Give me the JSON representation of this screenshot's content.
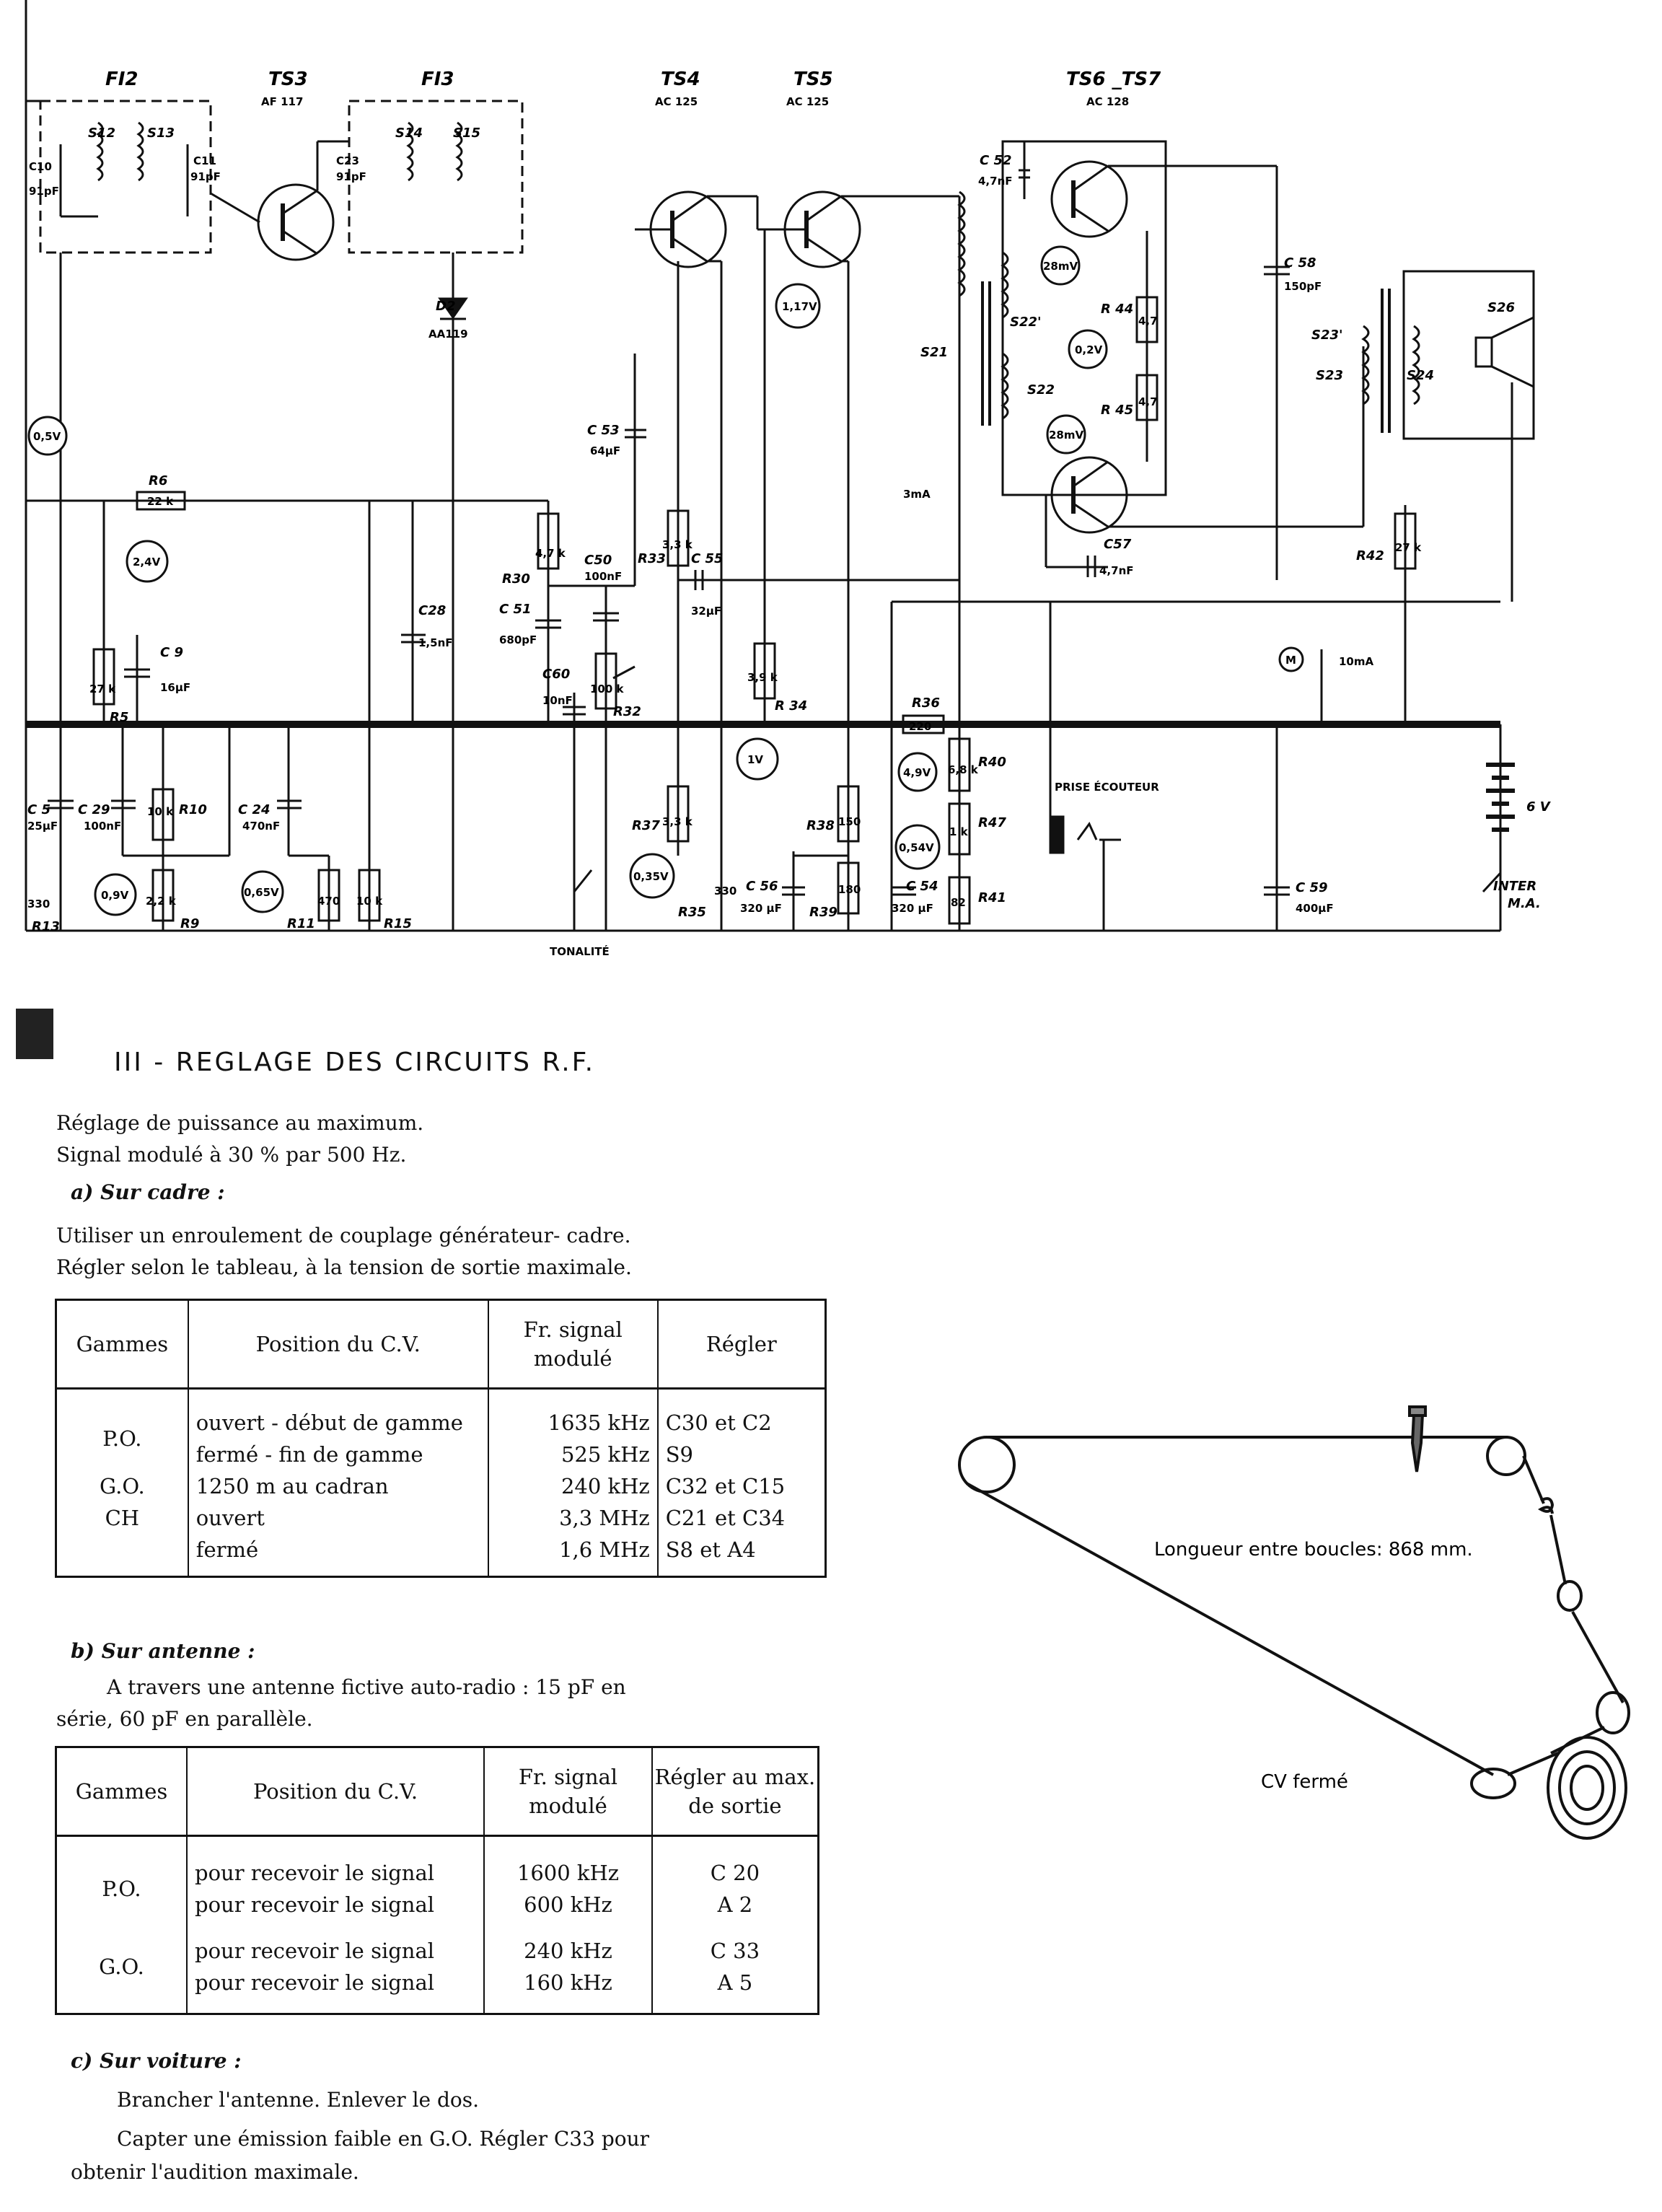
{
  "schematic": {
    "stage_labels": [
      {
        "name": "FI2",
        "type": ""
      },
      {
        "name": "TS3",
        "type": "AF 117"
      },
      {
        "name": "FI3",
        "type": ""
      },
      {
        "name": "TS4",
        "type": "AC 125"
      },
      {
        "name": "TS5",
        "type": "AC 125"
      },
      {
        "name": "TS6 _TS7",
        "type": "AC 128"
      }
    ],
    "coil_labels": [
      "S12",
      "S13",
      "S14",
      "S15",
      "S21",
      "S22'",
      "S22",
      "S23'",
      "S23",
      "S24",
      "S26"
    ],
    "component_labels": {
      "c10": "C10",
      "c10v": "91pF",
      "c11": "C11",
      "c11v": "91pF",
      "c23": "C23",
      "c23v": "91pF",
      "d2": "D2",
      "d2t": "AA119",
      "r6": "R6",
      "r6v": "22 k",
      "r5": "R5",
      "r5v": "27 k",
      "c9": "C 9",
      "c9v": "16µF",
      "c5": "C 5",
      "c5v": "25µF",
      "c29": "C 29",
      "c29v": "100nF",
      "r10": "R10",
      "r10v": "10 k",
      "r9": "R9",
      "r9v": "2,2 k",
      "c24": "C 24",
      "c24v": "470nF",
      "r11": "R11",
      "r11v": "470",
      "r15": "R15",
      "r15v": "10 k",
      "r13": "R13",
      "r13v": "330",
      "c28": "C28",
      "c28v": "1,5nF",
      "r30": "R30",
      "r30v": "4,7 k",
      "c51": "C 51",
      "c51v": "680pF",
      "c50": "C50",
      "c50v": "100nF",
      "c60": "C60",
      "c60v": "10nF",
      "r32": "R32",
      "r32v": "100 k",
      "c53": "C 53",
      "c53v": "64µF",
      "r33": "R33",
      "r33v": "3,3 k",
      "c55": "C 55",
      "c55v": "32µF",
      "r34": "R 34",
      "r34v": "3,9 k",
      "r37": "R37",
      "r37v": "3,3 k",
      "r35": "R35",
      "r35v": "330",
      "c56": "C 56",
      "c56v": "320 µF",
      "r38": "R38",
      "r38v": "150",
      "r39": "R39",
      "r39v": "180",
      "r36": "R36",
      "r36v": "220",
      "r40": "R40",
      "r40v": "6,8 k",
      "r47": "R47",
      "r47v": "1 k",
      "r41": "R41",
      "r41v": "82",
      "c54": "C 54",
      "c54v": "320 µF",
      "c52": "C 52",
      "c52v": "4,7nF",
      "c57": "C57",
      "c57v": "4,7nF",
      "r44": "R 44",
      "r44v": "4,7",
      "r45": "R 45",
      "r45v": "4,7",
      "c58": "C 58",
      "c58v": "150pF",
      "r42": "R42",
      "r42v": "27 k",
      "c59": "C 59",
      "c59v": "400µF",
      "m1": "M",
      "i10": "10mA",
      "i3": "3mA",
      "bat": "6 V",
      "inter": "INTER",
      "ma": "M.A.",
      "prise": "PRISE ÉCOUTEUR",
      "tonalite": "TONALITÉ"
    },
    "voltages": [
      "0,5V",
      "2,4V",
      "0,9V",
      "0,65V",
      "1,17V",
      "28mV",
      "0,2V",
      "28mV",
      "1V",
      "4,9V",
      "0,54V",
      "0,35V"
    ]
  },
  "section": {
    "title": "III - REGLAGE DES CIRCUITS R.F.",
    "intro": [
      "Réglage de puissance au maximum.",
      "Signal modulé à 30 % par 500 Hz."
    ],
    "a_title": "a) Sur cadre :",
    "a_text": [
      "Utiliser un enroulement de couplage générateur- cadre.",
      "Régler selon le tableau, à la tension de sortie maximale."
    ],
    "table1": {
      "headers": [
        "Gammes",
        "Position du C.V.",
        "Fr. signal modulé",
        "Régler"
      ],
      "rows": [
        {
          "gamme": "P.O.",
          "pos": [
            "ouvert - début de gamme",
            "fermé - fin de gamme"
          ],
          "fr": [
            "1635 kHz",
            "525 kHz"
          ],
          "regler": [
            "C30 et C2",
            "S9"
          ]
        },
        {
          "gamme": "G.O.",
          "pos": [
            "1250 m au cadran"
          ],
          "fr": [
            "240 kHz"
          ],
          "regler": [
            "C32 et C15"
          ]
        },
        {
          "gamme": "CH",
          "pos": [
            "ouvert",
            "fermé"
          ],
          "fr": [
            "3,3 MHz",
            "1,6 MHz"
          ],
          "regler": [
            "C21 et C34",
            "S8 et A4"
          ]
        }
      ]
    },
    "b_title": "b) Sur antenne :",
    "b_text": [
      "A travers une antenne fictive auto-radio : 15 pF en",
      "série, 60 pF en parallèle."
    ],
    "table2": {
      "headers": [
        "Gammes",
        "Position du C.V.",
        "Fr. signal modulé",
        "Régler au max. de sortie"
      ],
      "rows": [
        {
          "gamme": "P.O.",
          "pos": [
            "pour recevoir le signal",
            "pour recevoir le signal"
          ],
          "fr": [
            "1600 kHz",
            "600 kHz"
          ],
          "regler": [
            "C 20",
            "A 2"
          ]
        },
        {
          "gamme": "G.O.",
          "pos": [
            "pour recevoir le signal",
            "pour recevoir le signal"
          ],
          "fr": [
            "240 kHz",
            "160 kHz"
          ],
          "regler": [
            "C 33",
            "A 5"
          ]
        }
      ]
    },
    "c_title": "c) Sur voiture :",
    "c_text": [
      "Brancher l'antenne. Enlever le dos.",
      "Capter une émission faible en G.O. Régler C33 pour",
      "obtenir l'audition maximale."
    ]
  },
  "dial_diagram": {
    "length_label": "Longueur entre boucles: 868 mm.",
    "cv_label": "CV fermé"
  }
}
